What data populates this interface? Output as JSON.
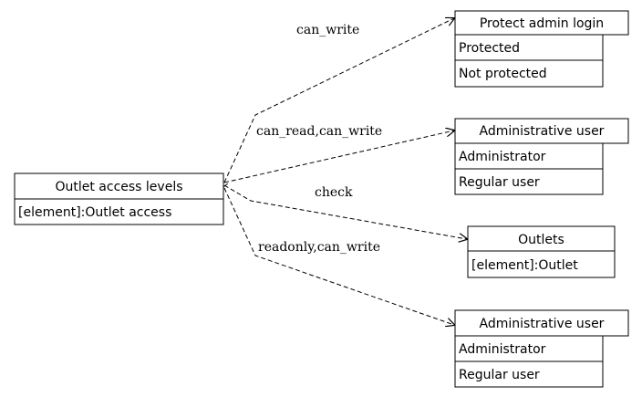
{
  "source": {
    "title": "Outlet access levels",
    "rows": [
      "[element]:Outlet access"
    ]
  },
  "targets": [
    {
      "title": "Protect admin login",
      "rows": [
        "Protected",
        "Not protected"
      ]
    },
    {
      "title": "Administrative user",
      "rows": [
        "Administrator",
        "Regular user"
      ]
    },
    {
      "title": "Outlets",
      "rows": [
        "[element]:Outlet"
      ]
    },
    {
      "title": "Administrative user",
      "rows": [
        "Administrator",
        "Regular user"
      ]
    }
  ],
  "edges": [
    {
      "label": "can_write",
      "target": 0
    },
    {
      "label": "can_read,can_write",
      "target": 1
    },
    {
      "label": "check",
      "target": 2
    },
    {
      "label": "readonly,can_write",
      "target": 3
    }
  ],
  "colors": {
    "stroke": "#000000",
    "background": "#ffffff"
  }
}
